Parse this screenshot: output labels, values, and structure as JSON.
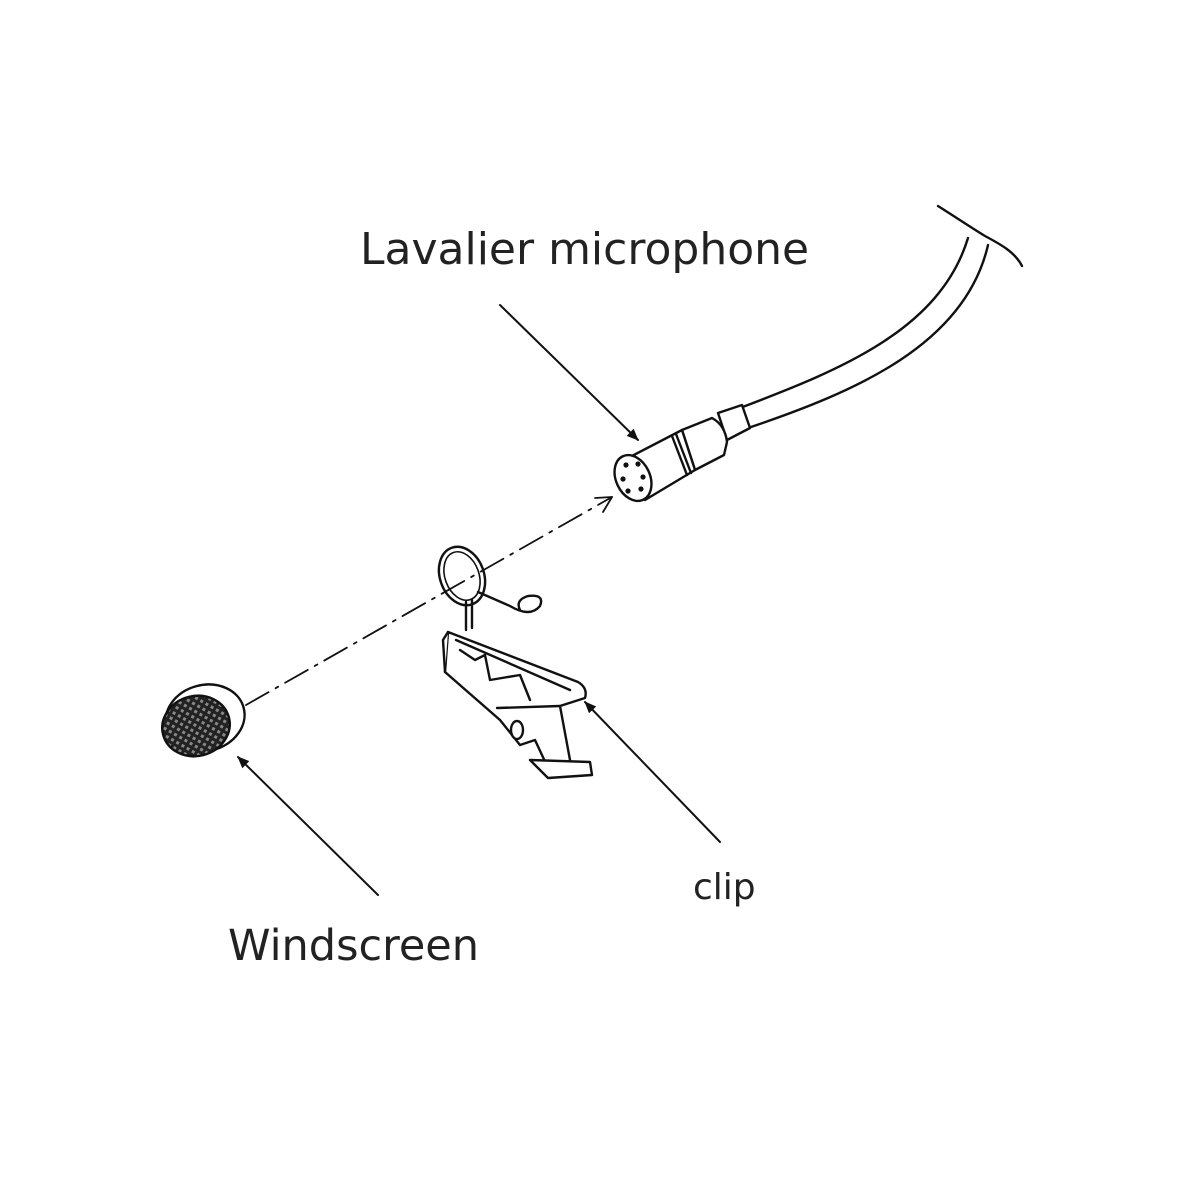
{
  "labels": {
    "microphone": "Lavalier microphone",
    "clip": "clip",
    "windscreen": "Windscreen"
  },
  "colors": {
    "line": "#111111",
    "text": "#222222",
    "mesh": "#333333"
  }
}
